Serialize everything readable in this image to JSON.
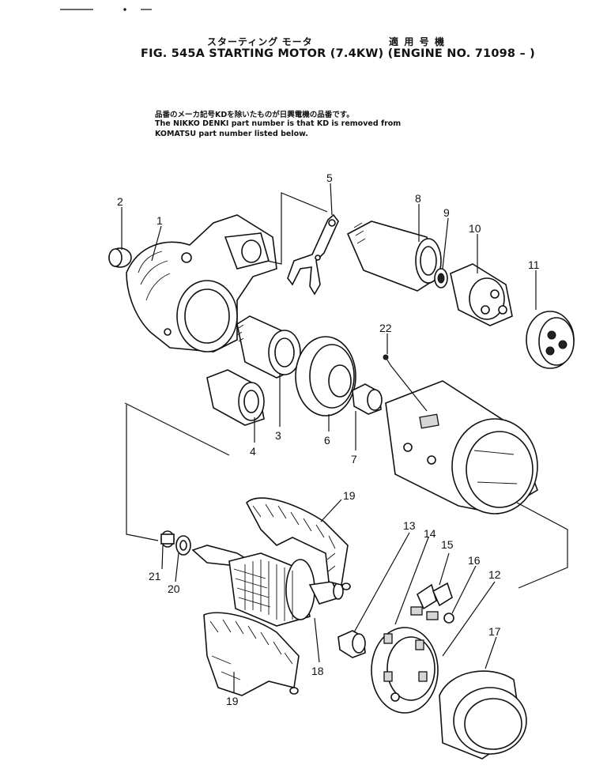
{
  "header": {
    "title_jp": "スターティング モータ",
    "applicability_jp": "適 用 号 機",
    "title": "FIG. 545A  STARTING MOTOR (7.4KW) (ENGINE NO. 71098 – )"
  },
  "note": {
    "jp": "品番のメーカ記号KDを除いたものが日興電機の品番です。",
    "line1": "The NIKKO DENKI part number is that KD is removed from",
    "line2": "KOMATSU part number listed below."
  },
  "callouts": [
    "1",
    "2",
    "3",
    "4",
    "5",
    "6",
    "7",
    "8",
    "9",
    "10",
    "11",
    "12",
    "13",
    "14",
    "15",
    "16",
    "17",
    "18",
    "19",
    "19",
    "20",
    "21",
    "22"
  ]
}
